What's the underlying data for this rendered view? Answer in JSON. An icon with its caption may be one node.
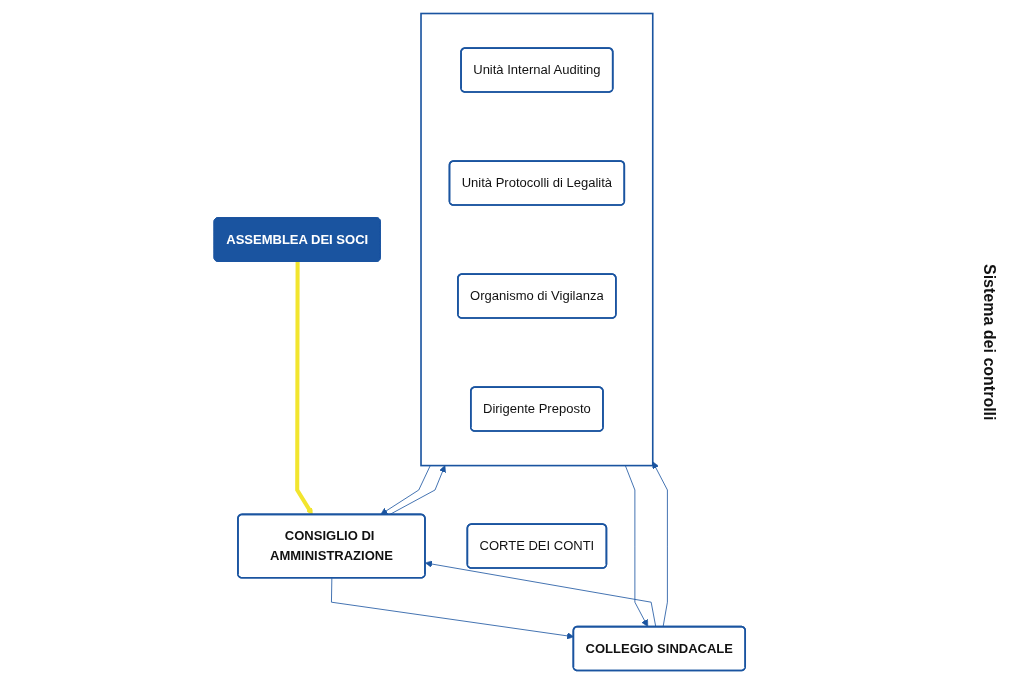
{
  "diagram": {
    "nodes": [
      {
        "text": [
          "ASSEMBLEA DEI SOCI"
        ]
      },
      {
        "text": [
          "CONSIGLIO DI AMMINISTRAZIONE"
        ]
      },
      {
        "text": [
          "COLLEGIO SINDACALE"
        ]
      },
      {
        "text": [],
        "shape": "box"
      },
      {
        "text": [
          "Unità Internal Auditing"
        ],
        "in": 3
      },
      {
        "text": [
          "Unità Protocolli di Legalità"
        ],
        "in": 3
      },
      {
        "text": [
          "Organismo di Vigilanza"
        ],
        "in": 3
      },
      {
        "text": [
          "Dirigente Preposto"
        ],
        "in": 3
      },
      {
        "text": [
          "CORTE DEI CONTI"
        ]
      }
    ],
    "edges": [
      {
        "from": 0,
        "to": 1,
        "arrow": "to",
        "style": "thick",
        "color": "#f2e52e"
      },
      {
        "from": 1,
        "to": 2,
        "arrow": "to"
      },
      {
        "from": 2,
        "to": 1,
        "arrow": "to"
      },
      {
        "from": 1,
        "to": 3,
        "arrow": "to"
      },
      {
        "from": 3,
        "to": 1,
        "arrow": "to"
      },
      {
        "from": 2,
        "to": 3,
        "arrow": "to"
      },
      {
        "from": 3,
        "to": 2,
        "arrow": "to"
      }
    ],
    "labels": [
      "Sistema dei controlli"
    ]
  }
}
